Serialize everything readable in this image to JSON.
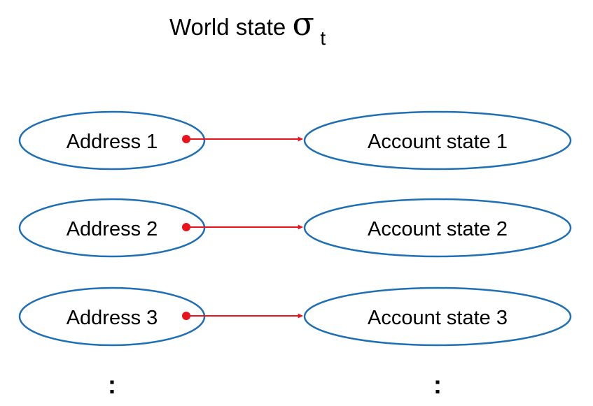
{
  "title": {
    "text": "World state ",
    "symbol": "σ",
    "subscript": "t"
  },
  "mappings": [
    {
      "address": "Address 1",
      "account": "Account state 1"
    },
    {
      "address": "Address 2",
      "account": "Account state 2"
    },
    {
      "address": "Address 3",
      "account": "Account state 3"
    }
  ],
  "continuation": {
    "left": ":",
    "right": ":"
  },
  "colors": {
    "ellipse_stroke": "#1f6fb5",
    "arrow": "#e8141c",
    "text": "#000000"
  }
}
